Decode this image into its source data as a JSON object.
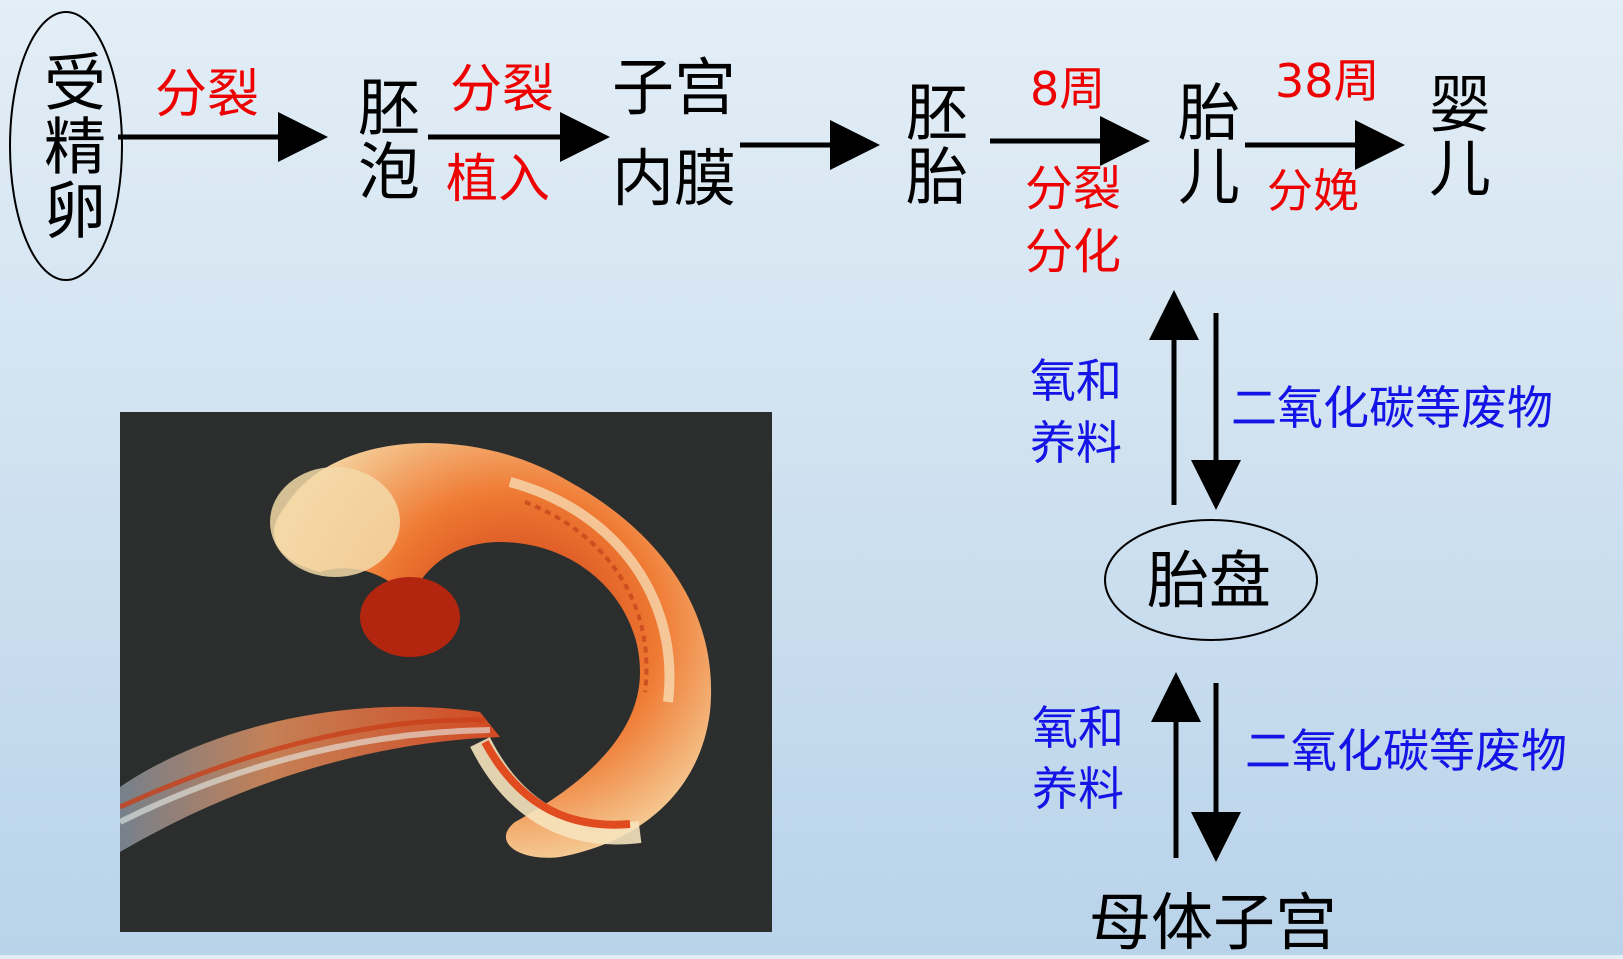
{
  "stages": {
    "zygote": "受精卵",
    "blastocyst": "胚泡",
    "uterus_lining": [
      "子宫",
      "内膜"
    ],
    "embryo": "胚胎",
    "fetus": "胎儿",
    "baby": "婴儿"
  },
  "arrows": {
    "a1_top": "分裂",
    "a2_top": "分裂",
    "a2_bottom": "植入",
    "a4_top": "8周",
    "a4_bottom": [
      "分裂",
      "分化"
    ],
    "a5_top": "38周",
    "a5_bottom": "分娩"
  },
  "exchange": {
    "up_label": [
      "氧和",
      "养料"
    ],
    "down_label": "二氧化碳等废物",
    "up_label_2": [
      "氧和",
      "养料"
    ],
    "down_label_2": "二氧化碳等废物"
  },
  "placenta": "胎盘",
  "mother_uterus": "母体子宫",
  "colors": {
    "red": "#ee0000",
    "blue": "#1414e6",
    "black": "#000000"
  }
}
